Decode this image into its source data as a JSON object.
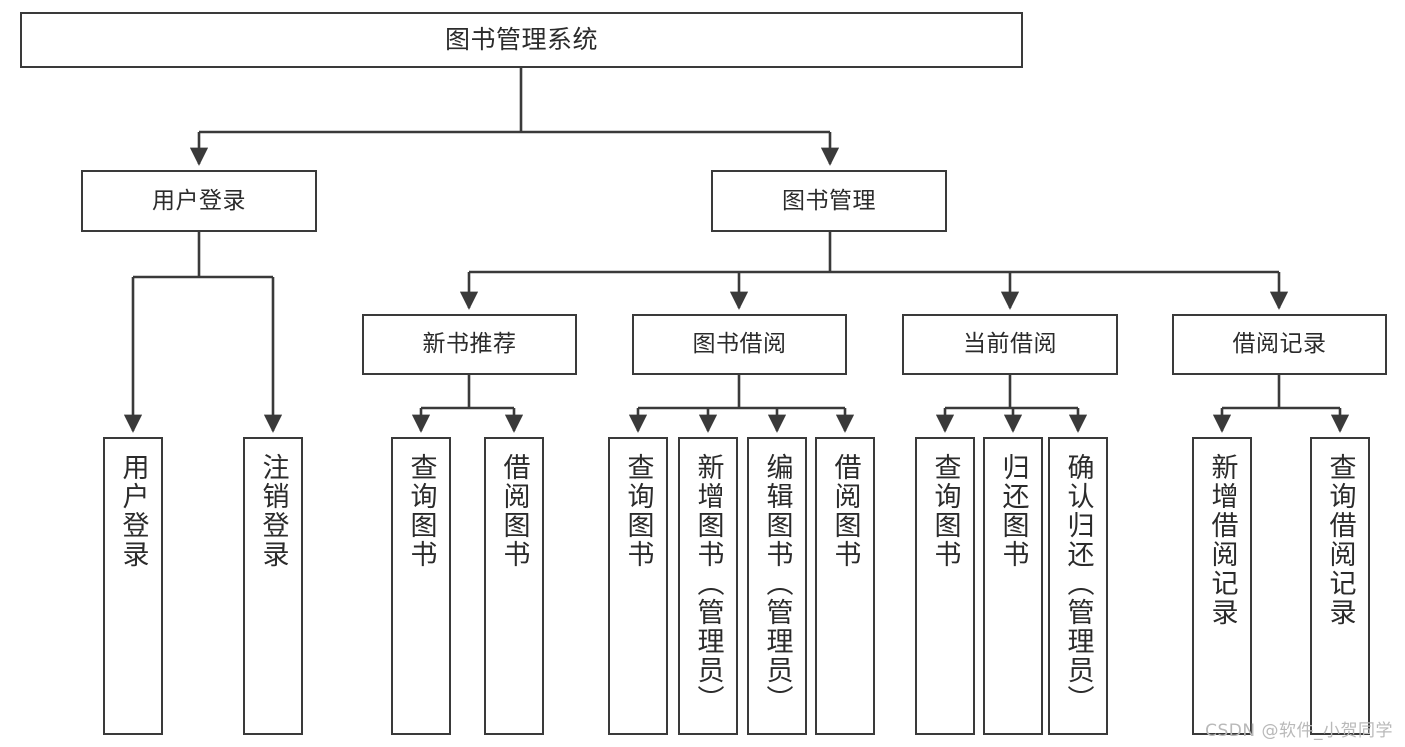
{
  "diagram": {
    "title": "图书管理系统",
    "type": "tree-hierarchy",
    "watermark": "CSDN @软件_小贺同学",
    "colors": {
      "box_border": "#3a3a3a",
      "box_fill": "#ffffff",
      "edge": "#3a3a3a",
      "text": "#2b2b2b",
      "watermark": "#b9b9b9",
      "background": "#ffffff"
    },
    "nodes": {
      "root": {
        "label": "图书管理系统"
      },
      "level2": [
        {
          "id": "user-login",
          "label": "用户登录"
        },
        {
          "id": "book-management",
          "label": "图书管理"
        }
      ],
      "level3": [
        {
          "id": "new-book-recommend",
          "label": "新书推荐"
        },
        {
          "id": "book-borrow",
          "label": "图书借阅"
        },
        {
          "id": "current-borrow",
          "label": "当前借阅"
        },
        {
          "id": "borrow-record",
          "label": "借阅记录"
        }
      ],
      "leaves": {
        "user_login": [
          {
            "id": "leaf-user-login",
            "label": "用户登录"
          },
          {
            "id": "leaf-logout-login",
            "label": "注销登录"
          }
        ],
        "new_book_recommend": [
          {
            "id": "leaf-query-book-1",
            "label": "查询图书"
          },
          {
            "id": "leaf-borrow-book-1",
            "label": "借阅图书"
          }
        ],
        "book_borrow": [
          {
            "id": "leaf-query-book-2",
            "label": "查询图书"
          },
          {
            "id": "leaf-add-book",
            "label": "新增图书（管理员）"
          },
          {
            "id": "leaf-edit-book",
            "label": "编辑图书（管理员）"
          },
          {
            "id": "leaf-borrow-book-2",
            "label": "借阅图书"
          }
        ],
        "current_borrow": [
          {
            "id": "leaf-query-book-3",
            "label": "查询图书"
          },
          {
            "id": "leaf-return-book",
            "label": "归还图书"
          },
          {
            "id": "leaf-confirm-return",
            "label": "确认归还（管理员）"
          }
        ],
        "borrow_record": [
          {
            "id": "leaf-add-record",
            "label": "新增借阅记录"
          },
          {
            "id": "leaf-query-record",
            "label": "查询借阅记录"
          }
        ]
      }
    }
  }
}
